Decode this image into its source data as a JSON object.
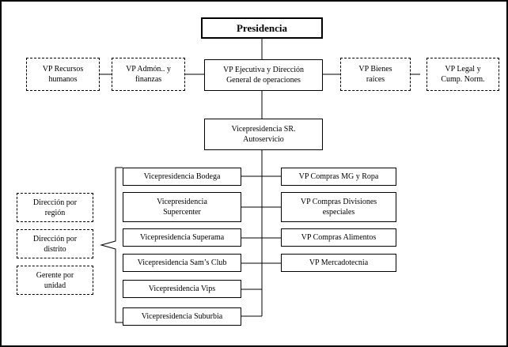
{
  "chart": {
    "top": "Presidencia",
    "staff_left": [
      "VP Recursos\nhumanos",
      "VP Admón.. y\nfinanzas"
    ],
    "center": "VP Ejecutiva y Dirección\nGeneral de operaciones",
    "staff_right": [
      "VP Bienes\nraíces",
      "VP Legal y\nCump. Norm."
    ],
    "sr": "Vicepresidencia SR.\nAutoservicio",
    "left_units": [
      "Vicepresidencia Bodega",
      "Vicepresidencia\nSupercenter",
      "Vicepresidencia Superama",
      "Vicepresidencia Sam’s Club",
      "Vicepresidencia Vips",
      "Vicepresidencia Suburbia"
    ],
    "right_units": [
      "VP Compras MG y Ropa",
      "VP Compras Divisiones\nespeciales",
      "VP Compras Alimentos",
      "VP Mercadotecnia"
    ],
    "regional": [
      "Dirección por\nregión",
      "Dirección por\ndistrito",
      "Gerente por\nunidad"
    ]
  }
}
